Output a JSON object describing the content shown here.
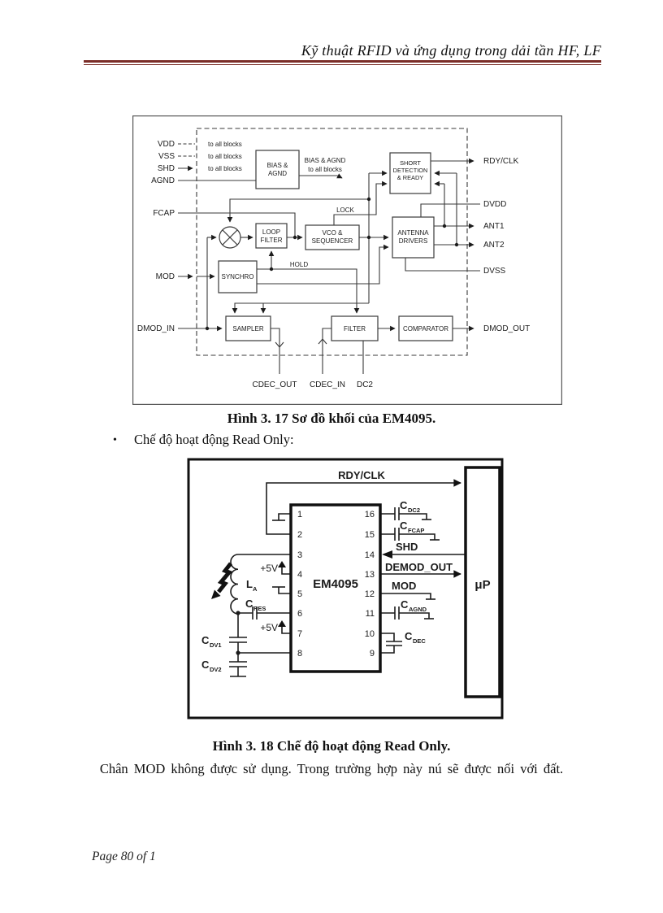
{
  "header": {
    "title": "Kỹ thuật RFID và ứng dụng trong dải tần HF, LF"
  },
  "figure1": {
    "caption": "Hình 3. 17 Sơ đồ khối của EM4095.",
    "pins_left": {
      "vdd": "VDD",
      "vss": "VSS",
      "shd": "SHD",
      "agnd": "AGND",
      "fcap": "FCAP",
      "mod": "MOD",
      "dmod_in": "DMOD_IN"
    },
    "pins_right": {
      "rdy_clk": "RDY/CLK",
      "dvdd": "DVDD",
      "ant1": "ANT1",
      "ant2": "ANT2",
      "dvss": "DVSS",
      "dmod_out": "DMOD_OUT"
    },
    "pins_bottom": {
      "cdec_out": "CDEC_OUT",
      "cdec_in": "CDEC_IN",
      "dc2": "DC2"
    },
    "notes": {
      "to_all_blocks_1": "to all blocks",
      "to_all_blocks_2": "to all blocks",
      "to_all_blocks_3": "to all blocks",
      "bias_out_1": "BIAS & AGND",
      "bias_out_2": "to all blocks",
      "lock": "LOCK",
      "hold": "HOLD"
    },
    "blocks": {
      "bias_1": "BIAS &",
      "bias_2": "AGND",
      "short_1": "SHORT",
      "short_2": "DETECTION",
      "short_3": "& READY",
      "loop_1": "LOOP",
      "loop_2": "FILTER",
      "vco_1": "VCO &",
      "vco_2": "SEQUENCER",
      "antenna_1": "ANTENNA",
      "antenna_2": "DRIVERS",
      "synchro": "SYNCHRO",
      "sampler": "SAMPLER",
      "filter": "FILTER",
      "comparator": "COMPARATOR"
    }
  },
  "bullet": {
    "marker": "•",
    "text": "Chế độ hoạt động Read Only:"
  },
  "figure2": {
    "caption": "Hình 3. 18 Chế độ hoạt động Read Only.",
    "chip": "EM4095",
    "mcu": "μP",
    "pins_left": [
      "1",
      "2",
      "3",
      "4",
      "5",
      "6",
      "7",
      "8"
    ],
    "pins_right": [
      "16",
      "15",
      "14",
      "13",
      "12",
      "11",
      "10",
      "9"
    ],
    "signals": {
      "rdy_clk": "RDY/CLK",
      "shd": "SHD",
      "demod_out": "DEMOD_OUT",
      "mod": "MOD"
    },
    "supplies": {
      "v5_a": "+5V",
      "v5_b": "+5V"
    },
    "components": {
      "c_dc2": {
        "sym": "C",
        "sub": "DC2"
      },
      "c_fcap": {
        "sym": "C",
        "sub": "FCAP"
      },
      "c_agnd": {
        "sym": "C",
        "sub": "AGND"
      },
      "c_dec": {
        "sym": "C",
        "sub": "DEC"
      },
      "c_res": {
        "sym": "C",
        "sub": "RES"
      },
      "c_dv1": {
        "sym": "C",
        "sub": "DV1"
      },
      "c_dv2": {
        "sym": "C",
        "sub": "DV2"
      },
      "l_a": {
        "sym": "L",
        "sub": "A"
      }
    }
  },
  "paragraph": "Chân MOD không được sử dụng. Trong trường hợp này nú sẽ được nối với đất.",
  "footer": "Page 80 of 1",
  "colors": {
    "rule": "#7b2d28",
    "ink": "#1c1c1c"
  }
}
